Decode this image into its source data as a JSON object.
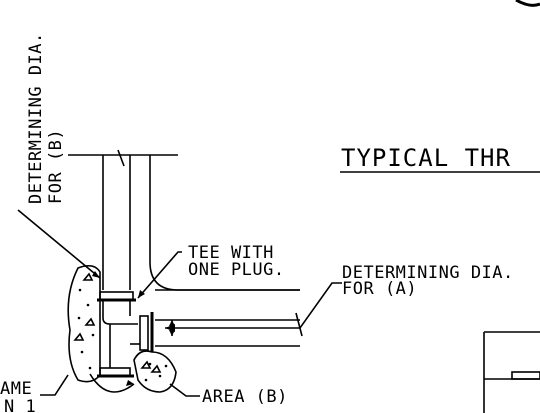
{
  "labels": {
    "determining_dia_b_line1": "DETERMINING DIA.",
    "determining_dia_b_line2": "FOR (B)",
    "tee_line1": "TEE WITH",
    "tee_line2": "ONE PLUG.",
    "determining_dia_a_line1": "DETERMINING DIA.",
    "determining_dia_a_line2": "FOR (A)",
    "title_fragment": "TYPICAL  THR",
    "area_b": "AREA (B)",
    "cut_left_line1": "AME",
    "cut_left_line2": "N 1"
  }
}
